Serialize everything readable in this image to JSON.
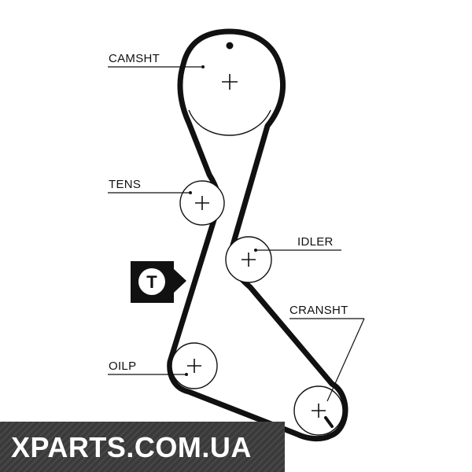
{
  "labels": {
    "camshaft": "CAMSHT",
    "tensioner": "TENS",
    "idler": "IDLER",
    "crankshaft": "CRANSHT",
    "oil_pump": "OILP"
  },
  "badge": {
    "letter": "T"
  },
  "watermark": {
    "text": "XPARTS.COM.UA"
  }
}
